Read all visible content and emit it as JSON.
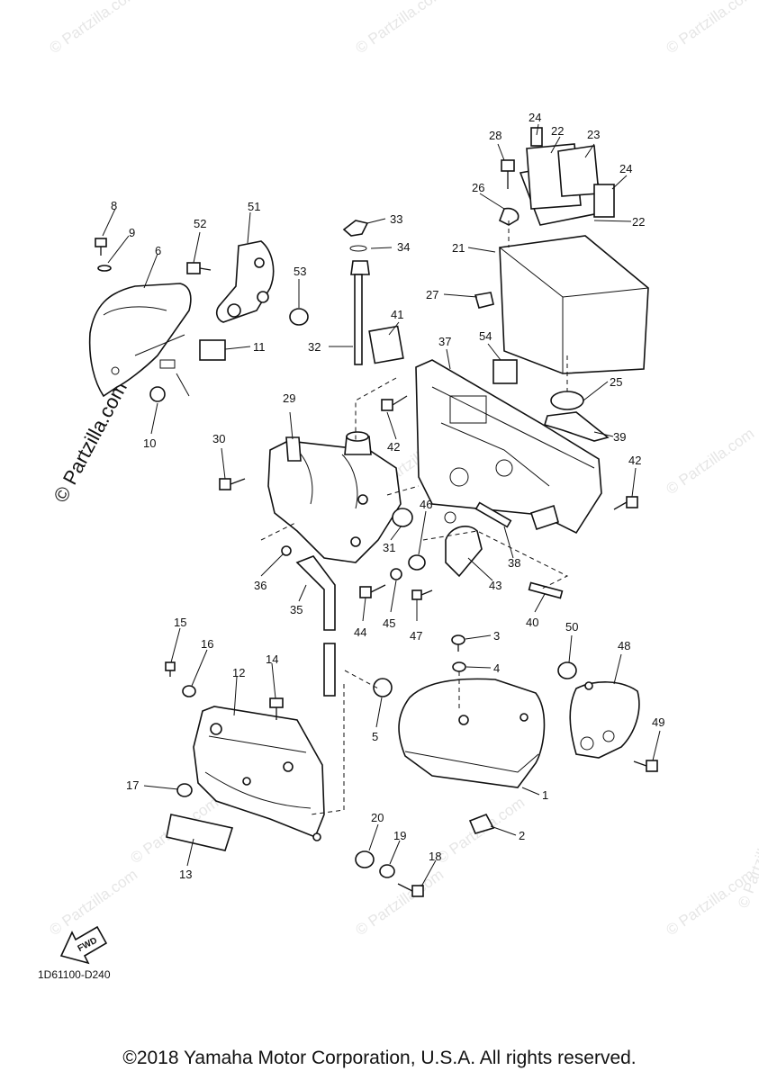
{
  "watermarks": {
    "text": "© Partzilla.com",
    "side_text": "© Partzilla.com"
  },
  "diagram_code": "1D61100-D240",
  "fwd_label": "FWD",
  "copyright": "©2018 Yamaha Motor Corporation, U.S.A. All rights reserved.",
  "callouts": [
    "1",
    "2",
    "3",
    "4",
    "5",
    "6",
    "8",
    "9",
    "10",
    "11",
    "12",
    "13",
    "14",
    "15",
    "16",
    "17",
    "18",
    "19",
    "20",
    "21",
    "22",
    "22",
    "23",
    "24",
    "24",
    "25",
    "26",
    "27",
    "28",
    "29",
    "30",
    "31",
    "32",
    "33",
    "34",
    "35",
    "36",
    "37",
    "38",
    "39",
    "40",
    "41",
    "42",
    "42",
    "43",
    "44",
    "45",
    "46",
    "47",
    "48",
    "49",
    "50",
    "51",
    "52",
    "53",
    "54"
  ]
}
